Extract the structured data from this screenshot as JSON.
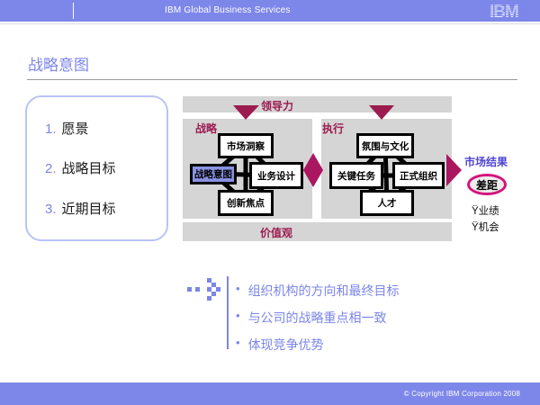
{
  "header": {
    "bar_title": "IBM Global Business Services",
    "logo_text": "IBM"
  },
  "page": {
    "title": "战略意图"
  },
  "list_panel": {
    "items": [
      {
        "num": "1.",
        "label": "愿景"
      },
      {
        "num": "2.",
        "label": "战略目标"
      },
      {
        "num": "3.",
        "label": "近期目标"
      }
    ]
  },
  "diagram": {
    "leadership_label": "领导力",
    "values_label": "价值观",
    "strategy_label": "战略",
    "execution_label": "执行",
    "strategy_boxes": {
      "top": "市场洞察",
      "left": "战略意图",
      "right": "业务设计",
      "bottom": "创新焦点"
    },
    "execution_boxes": {
      "top": "氛围与文化",
      "left": "关键任务",
      "right": "正式组织",
      "bottom": "人才"
    },
    "market_results_label": "市场结果",
    "gap_label": "差距",
    "result_items": [
      "Ÿ业绩",
      "Ÿ机会"
    ]
  },
  "bullets": {
    "marker": "•",
    "items": [
      "组织机构的方向和最终目标",
      "与公司的战略重点相一致",
      "体现竞争优势"
    ]
  },
  "footer": {
    "copyright": "© Copyright IBM Corporation 2008"
  },
  "colors": {
    "accent_periwinkle": "#7d87e9",
    "highlight_box": "#8992e2",
    "dark_crimson_labels": "#9c1c50",
    "magenta_shapes": "#ab1660",
    "pink_oval": "#d4147c",
    "market_results_text": "#4f46cf",
    "panel_gray": "#d5d5d5"
  }
}
